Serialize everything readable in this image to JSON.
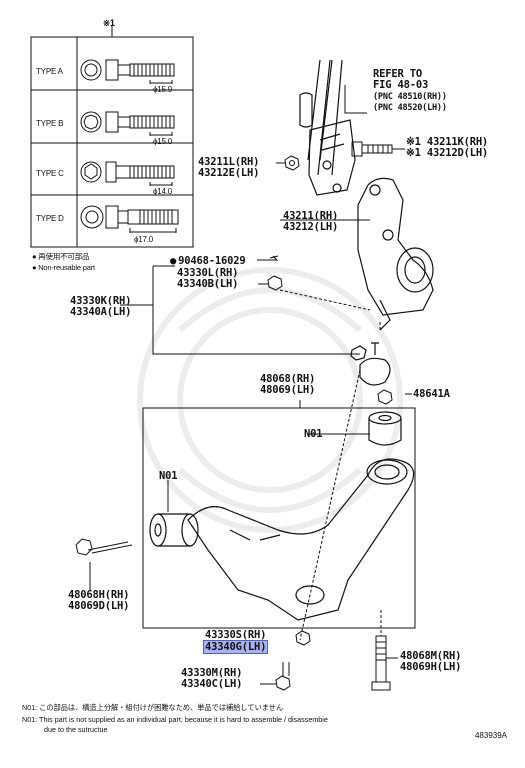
{
  "type_table": {
    "marker": "※1",
    "rows": [
      {
        "type": "TYPE A",
        "dia": "ϕ15.9"
      },
      {
        "type": "TYPE B",
        "dia": "ϕ15.0"
      },
      {
        "type": "TYPE C",
        "dia": "ϕ14.0"
      },
      {
        "type": "TYPE D",
        "dia": "ϕ17.0"
      }
    ]
  },
  "legend": {
    "jp": "● 再使用不可部品",
    "en": "● Non-reusable part"
  },
  "refer": {
    "line1": "REFER TO",
    "line2": "FIG 48-03",
    "line3": "(PNC 48510(RH))",
    "line4": "(PNC 48520(LH))"
  },
  "parts": {
    "p43211K": "※1 43211K(RH)",
    "p43212D": "※1 43212D(LH)",
    "p43211L": "43211L(RH)",
    "p43212E": "43212E(LH)",
    "p43211": "43211(RH)",
    "p43212": "43212(LH)",
    "p90468": "90468-16029",
    "p43330L": "43330L(RH)",
    "p43340B": "43340B(LH)",
    "p43330K": "43330K(RH)",
    "p43340A": "43340A(LH)",
    "p48068": "48068(RH)",
    "p48069": "48069(LH)",
    "p48641A": "48641A",
    "n01a": "N01",
    "n01b": "N01",
    "p48068H": "48068H(RH)",
    "p48069D": "48069D(LH)",
    "p43330S": "43330S(RH)",
    "p43340G": "43340G(LH)",
    "p43330M": "43330M(RH)",
    "p43340C": "43340C(LH)",
    "p48068M": "48068M(RH)",
    "p48069H": "48069H(LH)"
  },
  "notes": {
    "jp": "N01: この部品は、構造上分解・組付けが困難なため、単品では補給していません",
    "en1": "N01: This part is not supplied as an individual part, because it is hard to assemble / disassembie",
    "en2": "due to the sutructue"
  },
  "figure_id": "483939A",
  "colors": {
    "highlight": "#a9b4ea",
    "line": "#111111"
  }
}
